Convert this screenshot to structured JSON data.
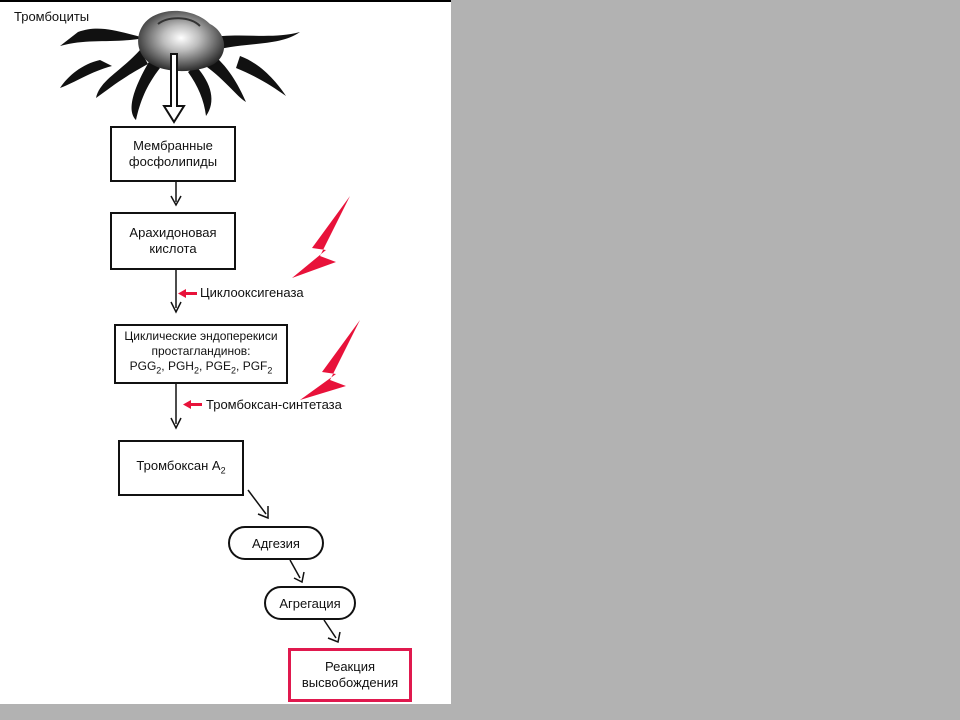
{
  "colors": {
    "accent_red": "#e8123a",
    "final_border": "#e0194e",
    "panel_gray": "#b2b2b2"
  },
  "diagram": {
    "title": "Тромбоциты",
    "nodes": {
      "membrane": [
        "Мембранные",
        "фосфолипиды"
      ],
      "arachidonic": [
        "Арахидоновая",
        "кислота"
      ],
      "endoperoxides": {
        "line1": "Циклические эндоперекиси",
        "line2": "простагландинов:",
        "formula": {
          "a": "PGG",
          "b": "PGH",
          "c": "PGE",
          "d": "PGF",
          "sub": "2",
          "sep": ", "
        }
      },
      "thromboxane": {
        "text": "Тромбоксан А",
        "sub": "2"
      },
      "adhesion": "Адгезия",
      "aggregation": "Агрегация",
      "release": [
        "Реакция",
        "высвобождения"
      ]
    },
    "enzymes": {
      "cyclooxygenase": "Циклооксигеназа",
      "thromboxane_synthase": "Тромбоксан-синтетаза"
    },
    "icons": [
      "platelet-icon",
      "red-pointer-arrow-icon"
    ]
  }
}
